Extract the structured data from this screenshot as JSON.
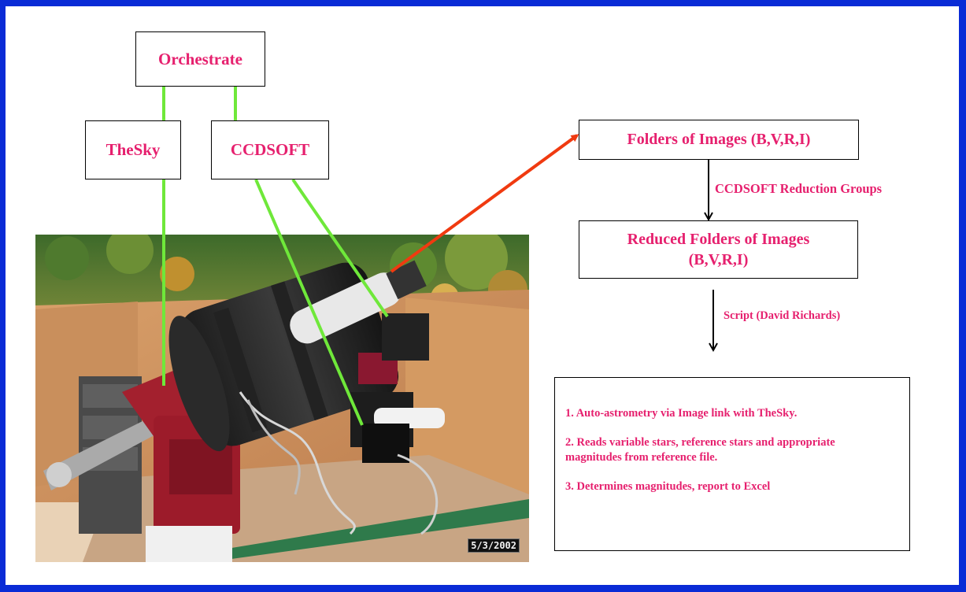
{
  "diagram": {
    "orchestrate": "Orchestrate",
    "thesky": "TheSky",
    "ccdsoft": "CCDSOFT",
    "folders_images": "Folders of Images (B,V,R,I)",
    "reduction_groups": "CCDSOFT Reduction Groups",
    "reduced_folders_line1": "Reduced Folders of Images",
    "reduced_folders_line2": "(B,V,R,I)",
    "script_label": "Script (David Richards)",
    "notes": [
      "1. Auto-astrometry via Image link with TheSky.",
      "2. Reads variable stars, reference stars and appropriate magnitudes from reference file.",
      "3. Determines magnitudes, report to Excel"
    ],
    "photo_date": "5/3/2002"
  },
  "colors": {
    "border": "#0a2bd6",
    "text_accent": "#e6206e",
    "connector": "#6fe83a",
    "arrow_red": "#f03a10"
  }
}
